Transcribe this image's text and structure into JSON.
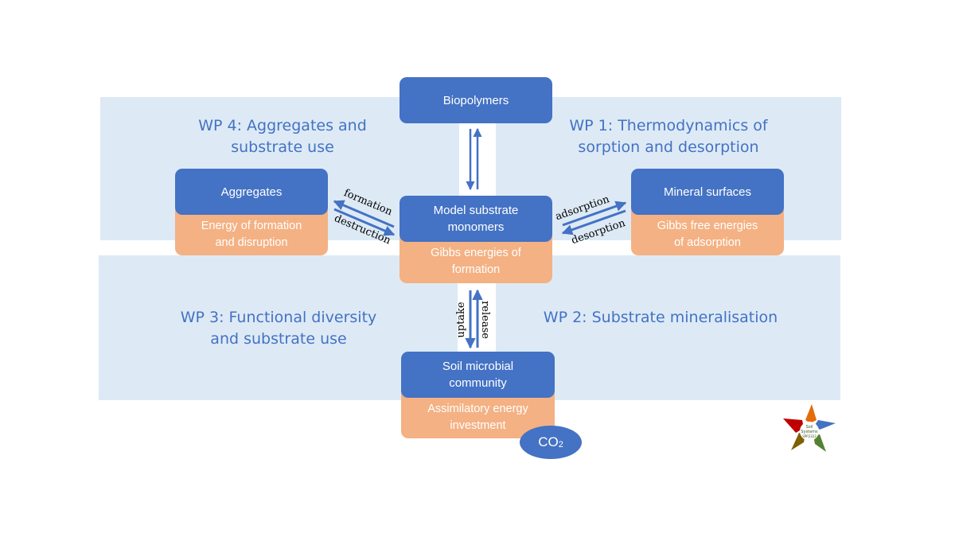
{
  "work_packages": {
    "wp4": {
      "line1": "WP 4: Aggregates and",
      "line2": "substrate use"
    },
    "wp1": {
      "line1": "WP 1: Thermodynamics of",
      "line2": "sorption and desorption"
    },
    "wp3": {
      "line1": "WP 3: Functional diversity",
      "line2": "and substrate use"
    },
    "wp2": {
      "line1": "WP 2: Substrate mineralisation"
    }
  },
  "nodes": {
    "biopolymers": {
      "label": "Biopolymers"
    },
    "aggregates": {
      "label": "Aggregates",
      "energy_line1": "Energy of formation",
      "energy_line2": "and disruption"
    },
    "model_substrate": {
      "label_line1": "Model substrate",
      "label_line2": "monomers",
      "energy_line1": "Gibbs energies of",
      "energy_line2": "formation"
    },
    "mineral_surfaces": {
      "label": "Mineral surfaces",
      "energy_line1": "Gibbs free energies",
      "energy_line2": "of adsorption"
    },
    "soil_microbial": {
      "label_line1": "Soil microbial",
      "label_line2": "community",
      "energy_line1": "Assimilatory energy",
      "energy_line2": "investment"
    }
  },
  "co2": {
    "main": "CO",
    "sub": "2"
  },
  "arrow_labels": {
    "formation": "formation",
    "destruction": "destruction",
    "adsorption": "adsorption",
    "desorption": "desorption",
    "uptake": "uptake",
    "release": "release"
  },
  "logo": {
    "line1": "Soil",
    "line2": "Systems",
    "line3": "SPP2322"
  },
  "colors": {
    "band": "#ddeaf5",
    "node_blue": "#4472c4",
    "energy_orange": "#f4b183",
    "wp_text": "#4472c4",
    "arrow": "#4472c4"
  },
  "icons": {
    "logo": "soil-systems-star-logo",
    "arrows": "double-arrow-icon"
  }
}
